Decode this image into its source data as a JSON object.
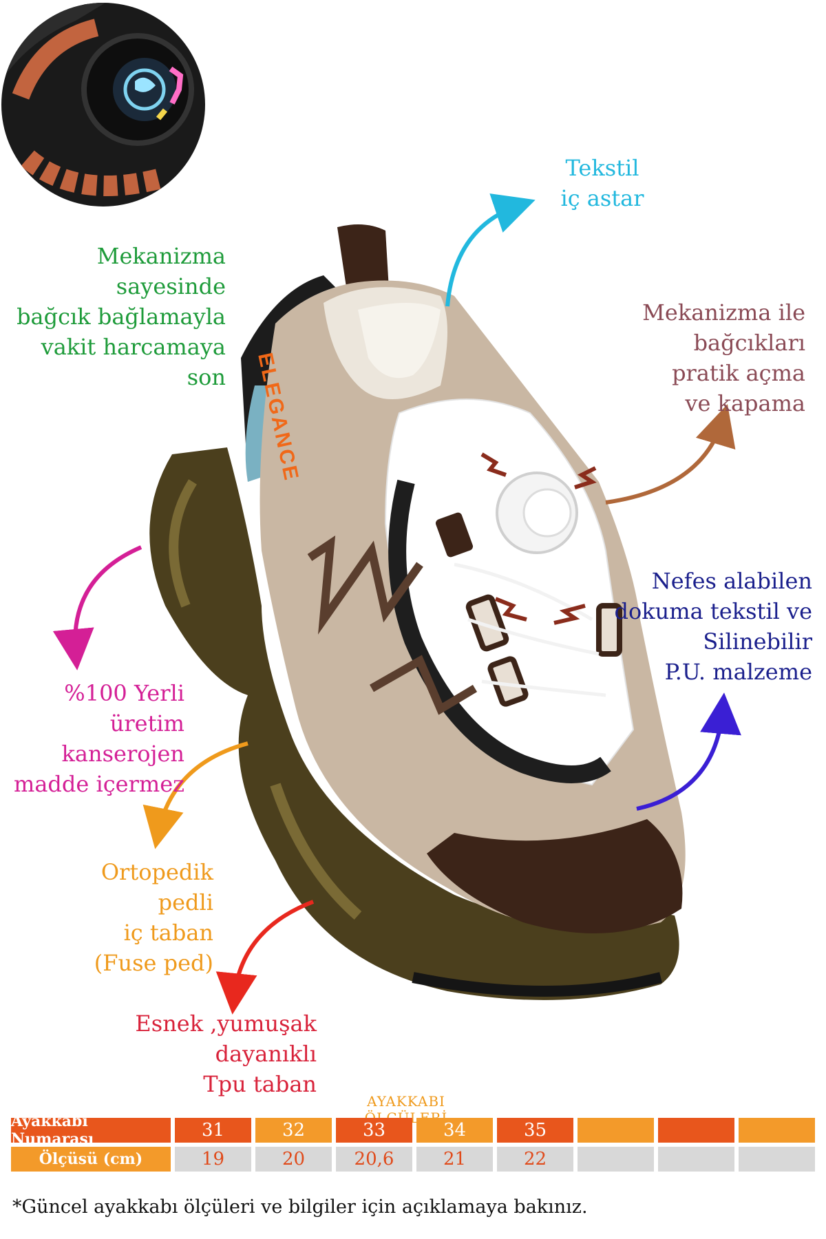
{
  "colors": {
    "green": "#1e9b3a",
    "cyan": "#22b8de",
    "mauve": "#8a4a55",
    "navy": "#1a1f8c",
    "magenta": "#d41f96",
    "orange": "#ef9a1c",
    "red": "#d8223a",
    "table_orange": "#f39a2a",
    "table_dark_orange": "#e8561c",
    "table_gray": "#d8d8d8"
  },
  "callouts": {
    "green": [
      "Mekanizma sayesinde",
      "bağcık bağlamayla",
      "vakit harcamaya",
      "son"
    ],
    "cyan": [
      "Tekstil",
      "iç astar"
    ],
    "mauve": [
      "Mekanizma ile",
      "bağcıkları",
      "pratik açma",
      "ve kapama"
    ],
    "navy": [
      "Nefes alabilen",
      "dokuma tekstil  ve",
      "Silinebilir",
      "P.U. malzeme"
    ],
    "magenta": [
      "%100 Yerli üretim",
      "kanserojen",
      "madde içermez"
    ],
    "orange": [
      "Ortopedik pedli",
      "iç taban",
      "(Fuse ped)"
    ],
    "red": [
      "Esnek ,yumuşak",
      "dayanıklı",
      "Tpu taban"
    ]
  },
  "shoe_brand_text": "ELEGANCE",
  "size_chart": {
    "title": "AYAKKABI ÖLÇÜLERİ",
    "row1_label": "Ayakkabı Numarası",
    "row2_label": "Ölçüsü (cm)",
    "sizes": [
      "31",
      "32",
      "33",
      "34",
      "35",
      "",
      "",
      ""
    ],
    "lengths": [
      "19",
      "20",
      "20,6",
      "21",
      "22",
      "",
      "",
      ""
    ]
  },
  "footnote": "*Güncel ayakkabı ölçüleri ve bilgiler için açıklamaya bakınız."
}
